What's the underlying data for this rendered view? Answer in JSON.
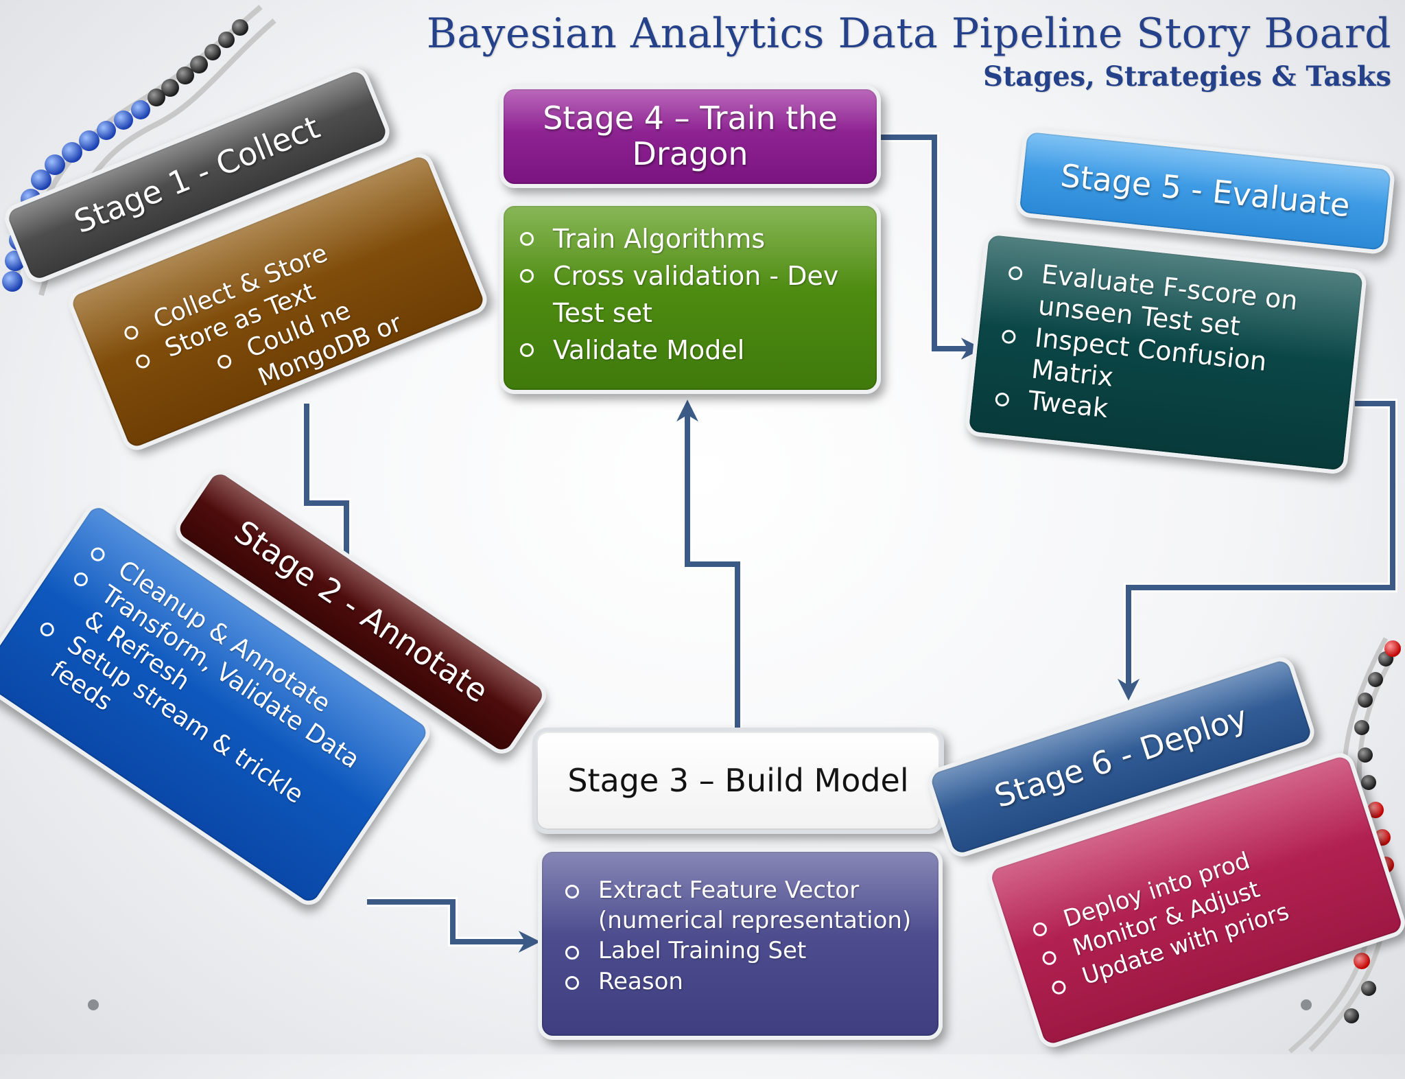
{
  "title": "Bayesian Analytics Data Pipeline Story Board",
  "subtitle": "Stages, Strategies & Tasks",
  "colors": {
    "title": "#24418a",
    "connector": "#3b5a86",
    "stage1_header": "#4a4a4a",
    "stage1_body": "#7e4a06",
    "stage2_header": "#4a0a0a",
    "stage2_body": "#0a4fb0",
    "stage3_header": "#ffffff",
    "stage3_body": "#4a4a8a",
    "stage4_header": "#8a1c8c",
    "stage4_body": "#4d8a10",
    "stage5_header": "#3498e0",
    "stage5_body": "#0a4444",
    "stage6_header": "#2e5a94",
    "stage6_body": "#b3204f"
  },
  "stages": {
    "s1": {
      "header": "Stage 1 - Collect",
      "items": [
        "Collect & Store",
        "Store as Text",
        "Could ne MongoDB or HDFS"
      ]
    },
    "s2": {
      "header": "Stage 2 - Annotate",
      "items": [
        "Cleanup & Annotate",
        "Transform, Validate Data & Refresh",
        "Setup stream & trickle feeds"
      ]
    },
    "s3": {
      "header": "Stage 3 – Build Model",
      "items": [
        "Extract Feature Vector (numerical representation)",
        "Label Training Set",
        "Reason"
      ]
    },
    "s4": {
      "header": "Stage 4 – Train the Dragon",
      "items": [
        "Train Algorithms",
        "Cross validation  - Dev Test set",
        "Validate Model"
      ]
    },
    "s5": {
      "header": "Stage 5 - Evaluate",
      "items": [
        "Evaluate F-score on unseen Test set",
        "Inspect Confusion Matrix",
        "Tweak"
      ]
    },
    "s6": {
      "header": "Stage 6 - Deploy",
      "items": [
        "Deploy into prod",
        "Monitor & Adjust",
        "Update with priors"
      ]
    }
  }
}
